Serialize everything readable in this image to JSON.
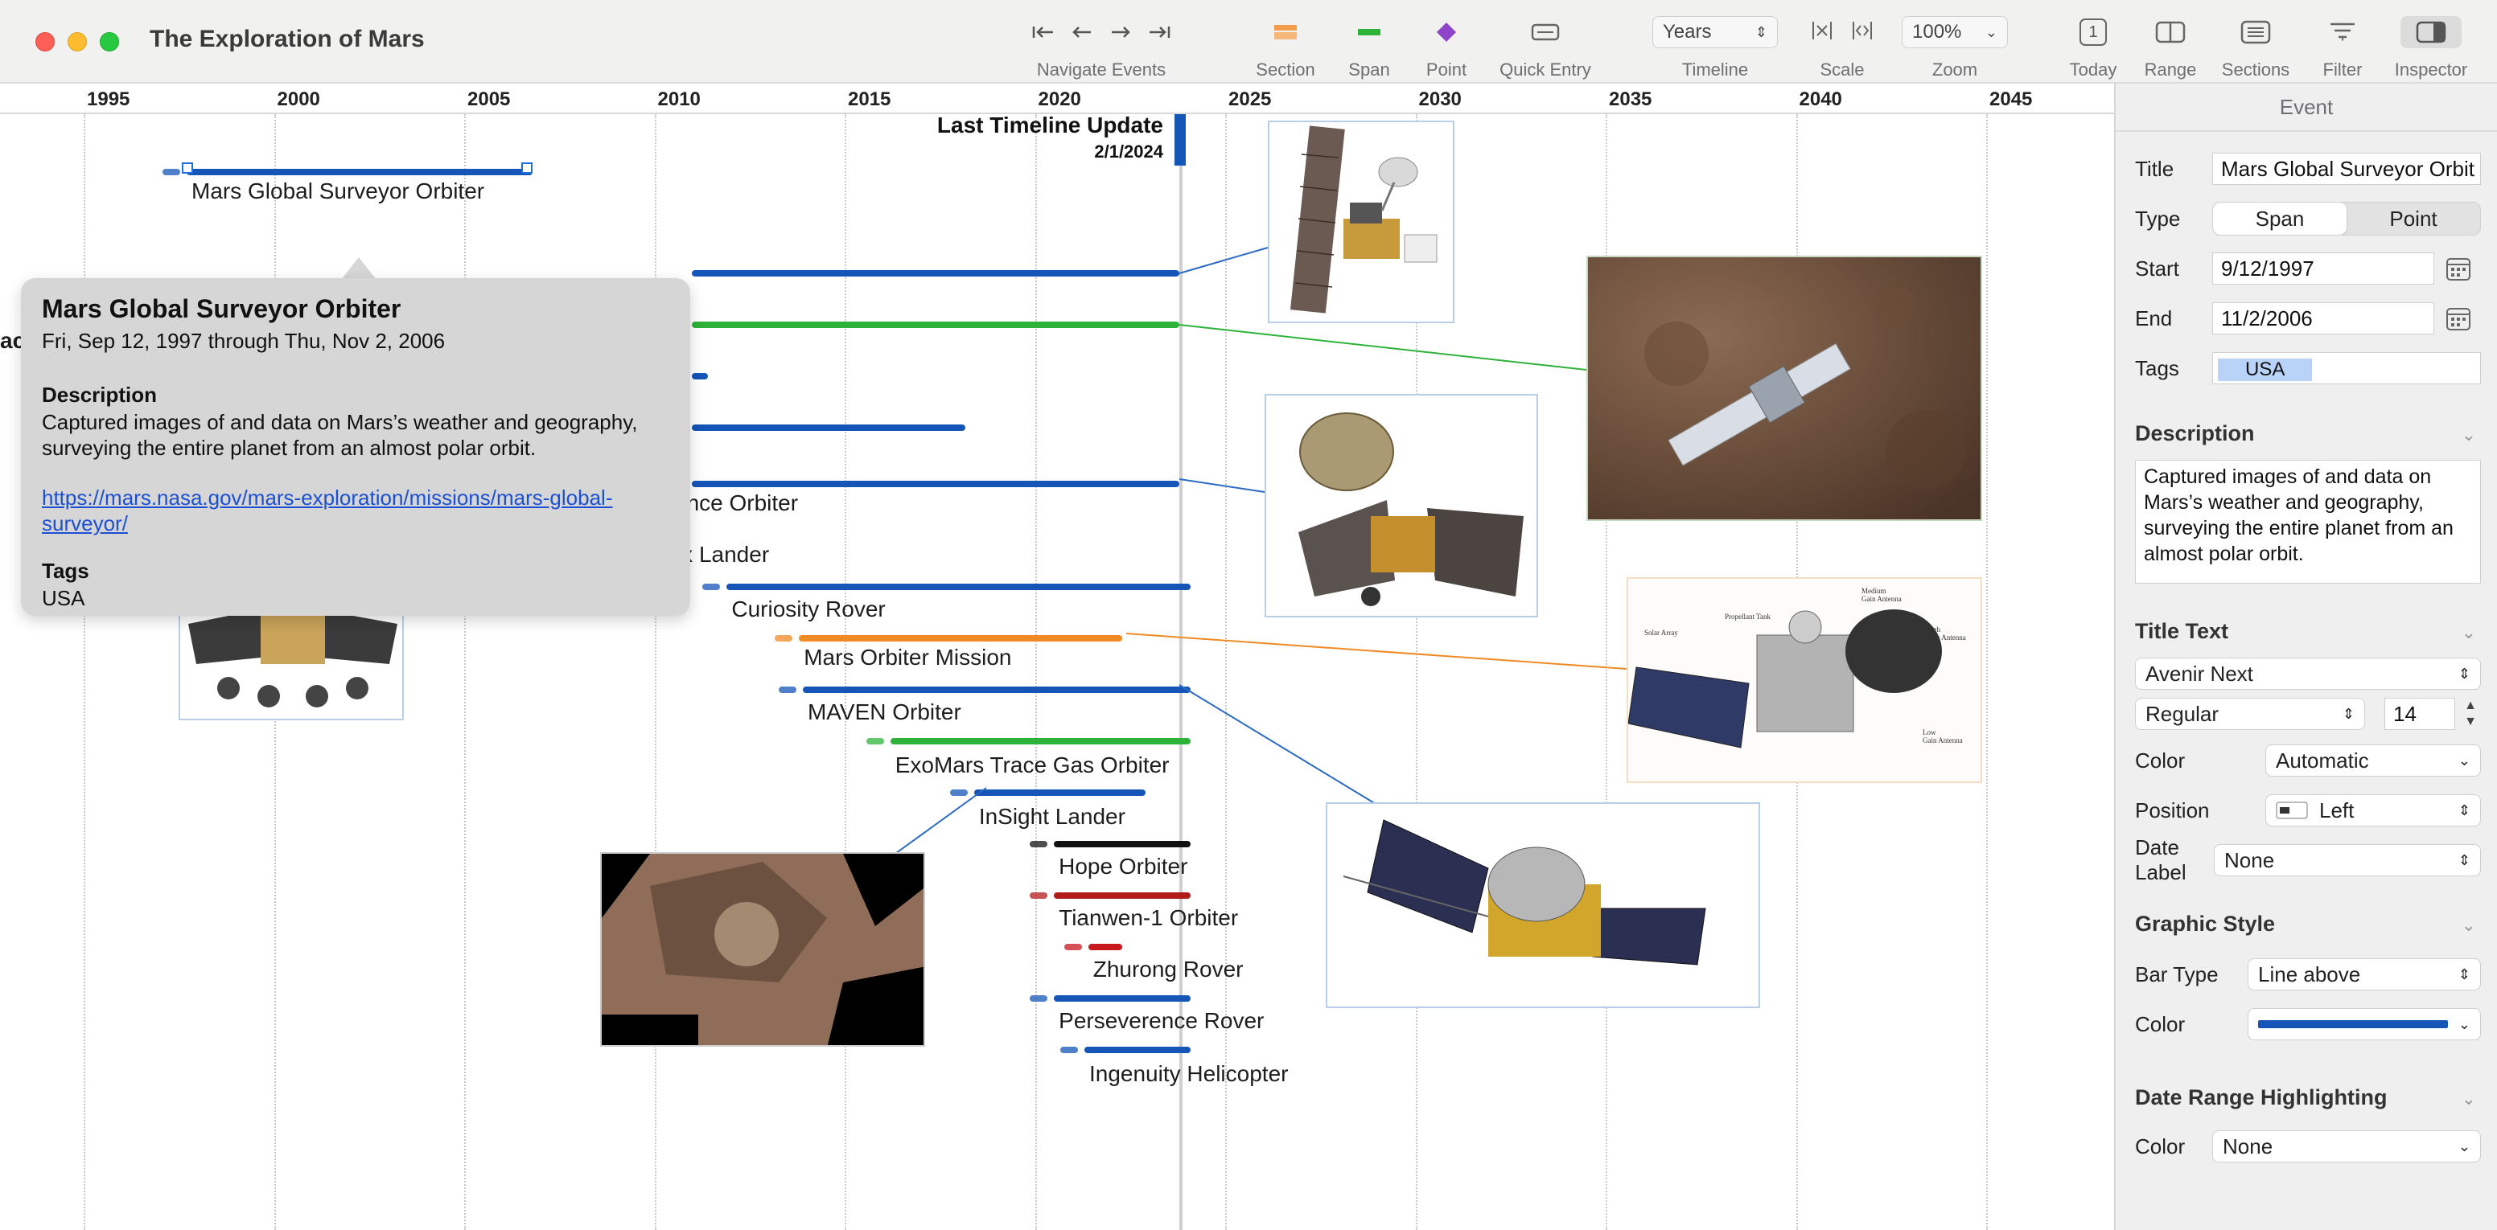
{
  "window": {
    "title": "The Exploration of Mars"
  },
  "toolbar": {
    "navigate_label": "Navigate Events",
    "section_label": "Section",
    "span_label": "Span",
    "point_label": "Point",
    "quick_entry_label": "Quick Entry",
    "timeline_label": "Timeline",
    "timeline_value": "Years",
    "scale_label": "Scale",
    "zoom_label": "Zoom",
    "zoom_value": "100%",
    "today_label": "Today",
    "today_badge": "1",
    "range_label": "Range",
    "sections_label": "Sections",
    "filter_label": "Filter",
    "inspector_label": "Inspector"
  },
  "timeline": {
    "years": [
      "1995",
      "2000",
      "2005",
      "2010",
      "2015",
      "2020",
      "2025",
      "2030",
      "2035",
      "2040",
      "2045"
    ],
    "last_update_title": "Last Timeline Update",
    "last_update_date": "2/1/2024",
    "events": [
      {
        "name": "Mars Global Surveyor Orbiter",
        "start": 1997.7,
        "end": 2006.8,
        "color": "#1555b7"
      },
      {
        "name": "ence Orbiter",
        "start": 2005.6,
        "end": 2024.1,
        "color": "#1555b7"
      },
      {
        "name": "Phoenix Lander",
        "start": 2007.6,
        "end": 2008.8,
        "color": "#1555b7"
      },
      {
        "name": "Curiosity Rover",
        "start": 2011.9,
        "end": 2024.1,
        "color": "#1555b7"
      },
      {
        "name": "Mars Orbiter Mission",
        "start": 2013.8,
        "end": 2022.3,
        "color": "#f08a24"
      },
      {
        "name": "MAVEN Orbiter",
        "start": 2013.9,
        "end": 2024.1,
        "color": "#1555b7"
      },
      {
        "name": "ExoMars Trace Gas Orbiter",
        "start": 2016.2,
        "end": 2024.1,
        "color": "#2db33a"
      },
      {
        "name": "InSight Lander",
        "start": 2018.4,
        "end": 2022.9,
        "color": "#1555b7"
      },
      {
        "name": "Hope Orbiter",
        "start": 2020.5,
        "end": 2024.1,
        "color": "#111111"
      },
      {
        "name": "Tianwen-1 Orbiter",
        "start": 2020.5,
        "end": 2024.1,
        "color": "#b31b1b"
      },
      {
        "name": "Zhurong Rover",
        "start": 2021.4,
        "end": 2022.3,
        "color": "#c8161d"
      },
      {
        "name": "Perseverence Rover",
        "start": 2020.5,
        "end": 2024.1,
        "color": "#1555b7"
      },
      {
        "name": "Ingenuity Helicopter",
        "start": 2021.3,
        "end": 2024.1,
        "color": "#1555b7"
      }
    ],
    "partial_bars": [
      {
        "row": "row3",
        "color": "#1555b7"
      },
      {
        "row": "row4",
        "color": "#2db33a"
      },
      {
        "row": "row5",
        "color": "#1555b7"
      },
      {
        "row": "row6",
        "color": "#1555b7"
      }
    ],
    "partial_left_label": "ac"
  },
  "popover": {
    "title": "Mars Global Surveyor Orbiter",
    "dates": "Fri, Sep 12, 1997 through Thu, Nov 2, 2006",
    "description_heading": "Description",
    "description": "Captured images of and data on Mars’s weather and geography, surveying the entire planet from an almost polar orbit.",
    "link": "https://mars.nasa.gov/mars-exploration/missions/mars-global-surveyor/",
    "tags_heading": "Tags",
    "tags": "USA"
  },
  "inspector": {
    "header": "Event",
    "title_label": "Title",
    "title_value": "Mars Global Surveyor Orbit",
    "type_label": "Type",
    "type_span": "Span",
    "type_point": "Point",
    "start_label": "Start",
    "start_value": "9/12/1997",
    "end_label": "End",
    "end_value": "11/2/2006",
    "tags_label": "Tags",
    "tags_value": "USA",
    "description_section": "Description",
    "description_value": "Captured images of and data on Mars’s weather and geography, surveying the entire planet from an almost polar orbit.",
    "title_text_section": "Title Text",
    "font_family": "Avenir Next",
    "font_weight": "Regular",
    "font_size": "14",
    "color_label": "Color",
    "color_value": "Automatic",
    "position_label": "Position",
    "position_value": "Left",
    "date_label_label": "Date Label",
    "date_label_value": "None",
    "graphic_style_section": "Graphic Style",
    "bar_type_label": "Bar Type",
    "bar_type_value": "Line above",
    "bar_color_label": "Color",
    "bar_color_value": "#1555b7",
    "date_range_section": "Date Range Highlighting",
    "dr_color_label": "Color",
    "dr_color_value": "None"
  }
}
